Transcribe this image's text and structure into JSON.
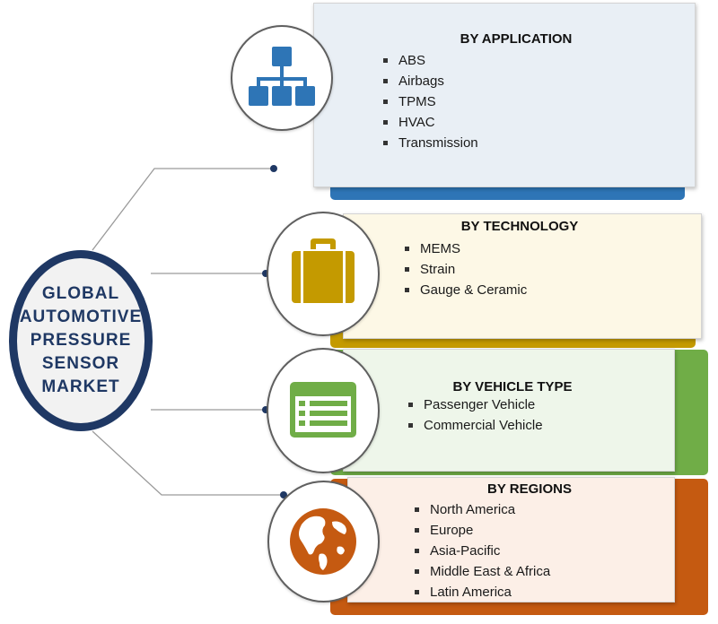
{
  "hub": {
    "title": "GLOBAL AUTOMOTIVE PRESSURE SENSOR MARKET"
  },
  "segments": [
    {
      "title": "BY APPLICATION",
      "icon": "org-chart-icon",
      "accent": "#2e75b6",
      "background": "#e9eff5",
      "items": [
        "ABS",
        "Airbags",
        "TPMS",
        "HVAC",
        "Transmission"
      ]
    },
    {
      "title": "BY TECHNOLOGY",
      "icon": "briefcase-icon",
      "accent": "#c49a00",
      "background": "#fdf8e6",
      "items": [
        "MEMS",
        "Strain",
        "Gauge & Ceramic"
      ]
    },
    {
      "title": "BY VEHICLE TYPE",
      "icon": "list-window-icon",
      "accent": "#70ad47",
      "background": "#eef6ea",
      "items": [
        "Passenger Vehicle",
        "Commercial Vehicle"
      ]
    },
    {
      "title": "BY REGIONS",
      "icon": "globe-icon",
      "accent": "#c55a11",
      "background": "#fcefe7",
      "items": [
        "North America",
        "Europe",
        "Asia-Pacific",
        "Middle East & Africa",
        "Latin America"
      ]
    }
  ],
  "colors": {
    "hub_border": "#1f3864",
    "hub_fill": "#f2f2f2",
    "connector": "#9a9a9a",
    "dot": "#1f3864"
  }
}
